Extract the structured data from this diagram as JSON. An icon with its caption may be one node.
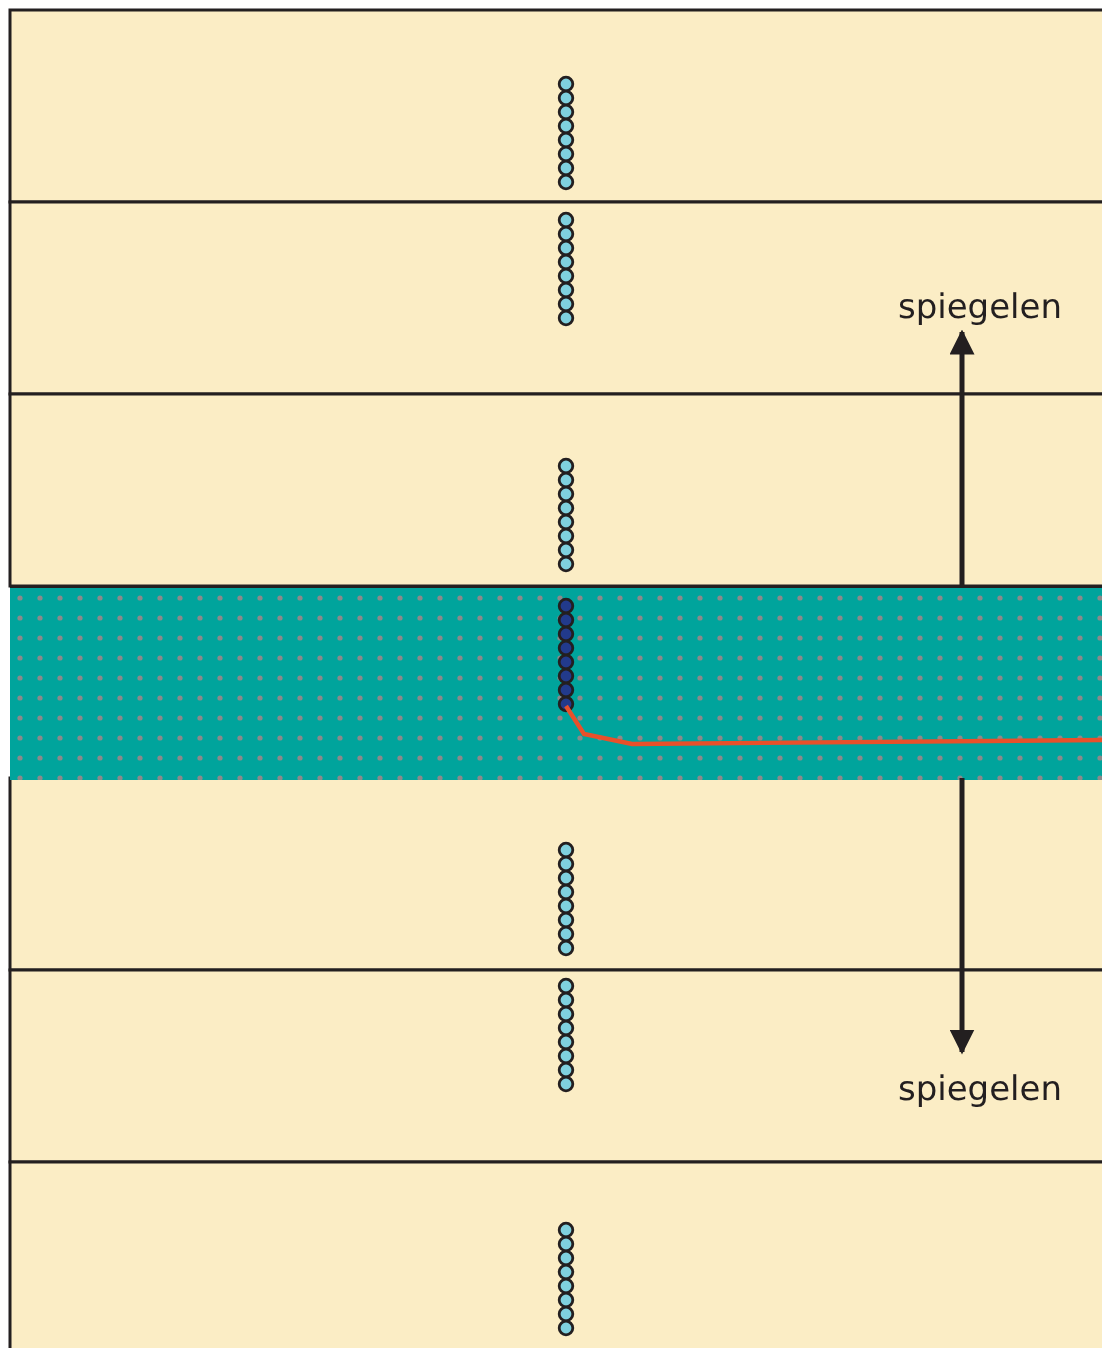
{
  "diagram": {
    "nodes": [
      {
        "text": [],
        "shape": "band"
      },
      {
        "text": [
          "spiegelen"
        ]
      },
      {
        "text": [
          "spiegelen"
        ]
      }
    ],
    "edges": [
      {
        "from": 0,
        "to": 1,
        "arrow": "to"
      },
      {
        "from": 0,
        "to": 2,
        "arrow": "to"
      }
    ]
  }
}
